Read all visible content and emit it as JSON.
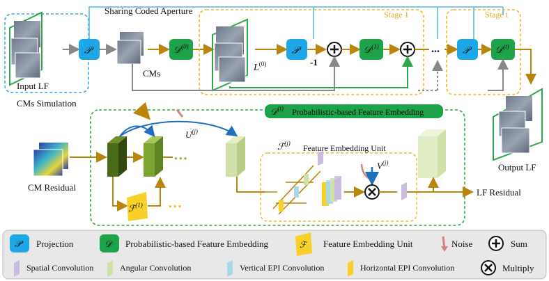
{
  "top": {
    "sharing_label": "Sharing Coded Aperture",
    "input_lf_label": "Input LF",
    "cms_simulation_label": "CMs Simulation",
    "cms_label": "CMs",
    "l0_label": "L",
    "l0_sup": "(0)",
    "stage_label_1": "Stage 1",
    "stage_label_2": "Stage t",
    "minus_one": "-1",
    "ellipsis": "...",
    "output_lf_label": "Output LF",
    "p_symbol": "𝒫",
    "d0": "𝒟",
    "d0_sup": "(0)",
    "d1": "𝒟",
    "d1_sup": "(1)",
    "dt": "𝒟",
    "dt_sup": "(t)"
  },
  "bottom": {
    "title_d": "𝒟",
    "title_sup": "(t)",
    "title_text": "Probabilistic-based Feature Embedding",
    "cm_residual_label": "CM Residual",
    "u_label": "U",
    "u_sup": "(j)",
    "f1_label": "ℱ",
    "f1_sup": "(1)",
    "fj_label": "ℱ",
    "fj_sup": "(j)",
    "feu_text": "Feature Embedding Unit",
    "v_label": "V",
    "v_sup": "(j)",
    "lf_residual_label": "LF Residual",
    "dots": "● ● ●",
    "dots_h": "● ● ●"
  },
  "legend": {
    "items": [
      {
        "symbol": "𝒫",
        "label": "Projection"
      },
      {
        "symbol": "𝒟",
        "label": "Probabilistic-based Feature Embedding"
      },
      {
        "symbol": "ℱ",
        "label": "Feature Embedding Unit"
      },
      {
        "symbol": "",
        "label": "Noise"
      },
      {
        "symbol": "+",
        "label": "Sum"
      },
      {
        "symbol": "",
        "label": "Spatial Convolution"
      },
      {
        "symbol": "",
        "label": "Angular Convolution"
      },
      {
        "symbol": "",
        "label": "Vertical EPI Convolution"
      },
      {
        "symbol": "",
        "label": "Horizontal EPI Convolution"
      },
      {
        "symbol": "×",
        "label": "Multiply"
      }
    ]
  },
  "colors": {
    "projection": "#1ea7e6",
    "embedding": "#1ea24a",
    "unit": "#f7d02a",
    "arrow_gold": "#b8860b",
    "blue_line": "#6cc3e8",
    "stage_border": "#f0b823",
    "sim_border": "#35a7e0",
    "green_dash": "#2aa84a",
    "dark_green": "#4a6a1a",
    "mid_green": "#7ea432",
    "light_green": "#cfe0a8",
    "noise": "#d98080",
    "spatial": "#c9bce0",
    "angular": "#cfe0a8",
    "vertical": "#a8d8e6",
    "horizontal": "#f7d02a"
  }
}
